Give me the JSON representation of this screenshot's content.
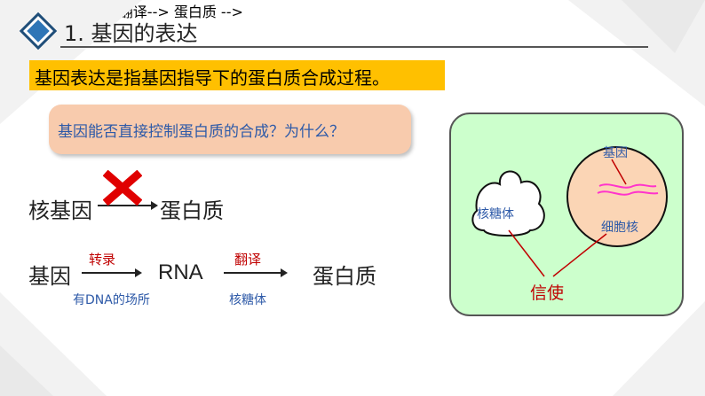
{
  "title": "1. 基因的表达",
  "definition": "基因表达是指基因指导下的蛋白质合成过程。",
  "question": "基因能否直接控制蛋白质的合成？为什么？",
  "row1": {
    "left": "核基因",
    "right": "蛋白质"
  },
  "row2": {
    "left": "基因",
    "step1_label": "转录",
    "step1_place": "有DNA的场所",
    "middle": "RNA",
    "step2_label": "翻译",
    "step2_place": "核糖体",
    "right": "蛋白质"
  },
  "diagram": {
    "ribosome_label": "核糖体",
    "nucleus_label": "细胞核",
    "gene_label": "基因",
    "messenger_label": "信使"
  },
  "colors": {
    "definition_bg": "#ffc000",
    "question_bg": "#f8cbad",
    "cell_bg": "#ccffcc",
    "nucleus_bg": "#fbd5b5",
    "accent_red": "#c00000",
    "accent_blue": "#2e5aa8",
    "title_diamond": "#2e75b6"
  }
}
